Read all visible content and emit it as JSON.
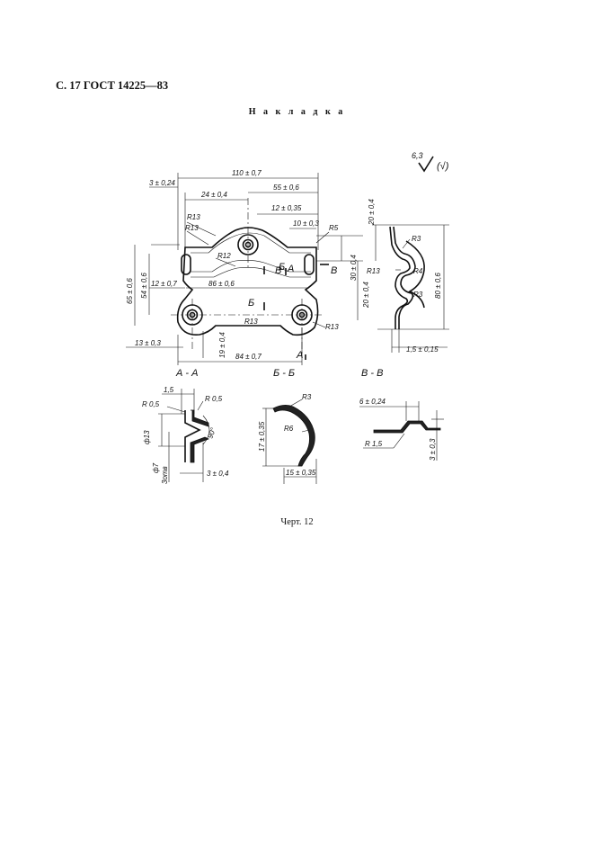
{
  "header": {
    "doc_ref": "С. 17 ГОСТ 14225—83",
    "title": "Н а к л а д к а"
  },
  "roughness": {
    "value": "6,3",
    "bracket": "(√)"
  },
  "main_view": {
    "dims": {
      "total_width": "110 ± 0,7",
      "top_left_offset": "3 ± 0,24",
      "pitch_24": "24 ± 0,4",
      "pitch_55": "55 ± 0,6",
      "pitch_12": "12 ± 0,35",
      "pitch_10": "10 ± 0,3",
      "height_65": "65 ± 0,6",
      "height_54": "54 ± 0,6",
      "offset_12": "12 ± 0,7",
      "slot_86": "86 ± 0,6",
      "bottom_13": "13 ± 0,3",
      "bottom_19": "19 ± 0,4",
      "width_84": "84 ± 0,7",
      "right_30": "30 ± 0,4",
      "right_20": "20 ± 0,4"
    },
    "radii": {
      "r13": "R13",
      "r12": "R12",
      "r5": "R5"
    },
    "cut_labels": {
      "a": "А",
      "b": "Б",
      "v": "В"
    }
  },
  "side_view": {
    "dims": {
      "top_20": "20 ± 0,4",
      "height_80": "80 ± 0,6",
      "thickness": "1,5 ± 0,15"
    },
    "radii": {
      "r3": "R3",
      "r4": "R4",
      "r13": "R13"
    }
  },
  "section_aa": {
    "label": "А - А",
    "dims": {
      "t15": "1,5",
      "r05": "R 0,5",
      "d13": "ф13",
      "d7": "ф7",
      "zenk": "3отв",
      "angle": "90°",
      "depth": "3 ± 0,4"
    }
  },
  "section_bb": {
    "label": "Б - Б",
    "dims": {
      "r3": "R3",
      "r6": "R6",
      "height": "17 ± 0,35",
      "width": "15 ± 0,35"
    }
  },
  "section_vv": {
    "label": "В - В",
    "dims": {
      "width": "6 ± 0,24",
      "radius": "R 1,5",
      "height": "3 ± 0,3"
    }
  },
  "caption": "Черт. 12"
}
